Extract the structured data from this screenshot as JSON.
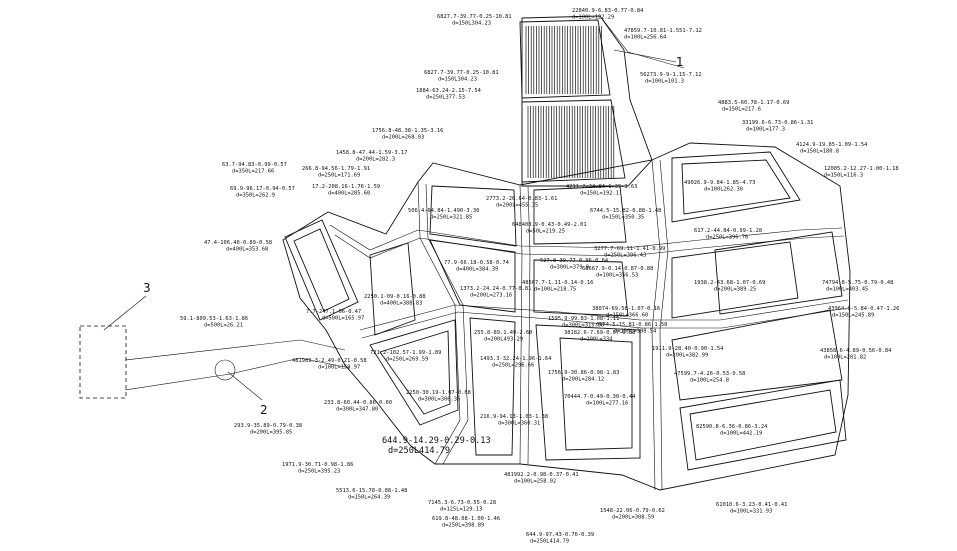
{
  "labels": {
    "a01": {
      "l1": "6827.7-39.77-0.25-10.81",
      "l2": "d=150L304.23"
    },
    "a02": {
      "l1": "22840.9-6.83-0.77-0.84",
      "l2": "d=100L=122.29"
    },
    "a03": {
      "l1": "47859.7-10.81-1.551-7.12",
      "l2": "d=100L=256.64"
    },
    "a04": {
      "l1": "6827.7-39.77-0.25-10.81",
      "l2": "d=150L304.23"
    },
    "a05": {
      "l1": "56273.9-9-1.15-7.12",
      "l2": "d=100L=101.3"
    },
    "a06": {
      "l1": "1884-63.24-2.15-7.54",
      "l2": "d=250L377.53"
    },
    "a07": {
      "l1": "4883.5-60.78-1.17-0.69",
      "l2": "d=150L=217.6"
    },
    "a08": {
      "l1": "1756.8-48.38-1.35-3.16",
      "l2": "d=200L=268.03"
    },
    "a09": {
      "l1": "33199.6-6.73-0.86-1.31",
      "l2": "d=100L=177.3"
    },
    "a10": {
      "l1": "4124.9-19.85-1.09-1.54",
      "l2": "d=150L=180.8"
    },
    "a11": {
      "l1": "1458.8-47.44-1.59-3.17",
      "l2": "d=200L=282.3"
    },
    "a12": {
      "l1": "63.7-94.83-0.99-0.57",
      "l2": "d=350L=217.66"
    },
    "a13": {
      "l1": "266.8-94.56-1.79-1.91",
      "l2": "d=250L=171.69"
    },
    "a14": {
      "l1": "12005.2-12.27-1.00-1.18",
      "l2": "d=150L=116.3"
    },
    "a15": {
      "l1": "49026.9-9.84-1.85-4.73",
      "l2": "d=100L262.30"
    },
    "a16": {
      "l1": "69.9-96.17-0.94-0.57",
      "l2": "d=350L=262.9"
    },
    "a17": {
      "l1": "17.2-208.16-1.76-1.59",
      "l2": "d=400L=285.60"
    },
    "a18": {
      "l1": "4211.2-24.84-1.39-3.63",
      "l2": "d=150L=192.1"
    },
    "a19": {
      "l1": "2773.2-26.64-0.83-1.61",
      "l2": "d=200L=455.35"
    },
    "a20": {
      "l1": "506.4-64.84-1.490-3.30",
      "l2": "d=250L=321.85"
    },
    "a21": {
      "l1": "6744.5-15.82-0.88-1.48",
      "l2": "d=150L=350.35"
    },
    "a22": {
      "l1": "648408.9-0.43-0.49-2.01",
      "l2": "d=50L=219.25"
    },
    "a23": {
      "l1": "617.2-44.84-0.99-1.28",
      "l2": "d=250L=396.76"
    },
    "a24": {
      "l1": "47.4-106.40-0.89-0.58",
      "l2": "d=400L=353.68"
    },
    "a25": {
      "l1": "1373.2-24.24-0.77-0.81",
      "l2": "d=200L=273.16"
    },
    "a26": {
      "l1": "77.9-66.18-0.58-0.74",
      "l2": "d=400L=384.39"
    },
    "a27": {
      "l1": "527.8-39.77-0.96-0.84",
      "l2": "d=300L=379.9"
    },
    "a28": {
      "l1": "3277.7-69.11-1.41-0.99",
      "l2": "d=250L=396.43"
    },
    "a29": {
      "l1": "68667.9-0.14-0.87-0.88",
      "l2": "d=100L=356.53"
    },
    "a30": {
      "l1": "48567.7-1.11-0.14-0.16",
      "l2": "d=100L=218.75"
    },
    "a31": {
      "l1": "74794.8-5.75-0.79-0.48",
      "l2": "d=100L=403.45"
    },
    "a32": {
      "l1": "1938.2-43.68-1.07-0.69",
      "l2": "d=200L=389.25"
    },
    "a33": {
      "l1": "2250.1-09-0.16-0.88",
      "l2": "d=400L=388.83"
    },
    "a34": {
      "l1": "7.7-247.1-06-0.47",
      "l2": "d=500L=165.97"
    },
    "a35": {
      "l1": "59.1-809.53-1.63-1.86",
      "l2": "d=500L=26.21"
    },
    "a36": {
      "l1": "43964.6-5.84-0.47-1.26",
      "l2": "d=150L=245.89"
    },
    "a37": {
      "l1": "38074-69.58-1.07-0.16",
      "l2": "d=150L=366.60"
    },
    "a38": {
      "l1": "1595.9-99.83-1.08-1.11",
      "l2": "d=300L=315.90"
    },
    "a39": {
      "l1": "6574.5-15.81-0.86-1.58",
      "l2": "d=150L=398.54"
    },
    "a40": {
      "l1": "255.8-89.1.49-2.60",
      "l2": "d=200L493.29"
    },
    "a41": {
      "l1": "38182.6-7.69-0.07-0.88",
      "l2": "d=100L=334"
    },
    "a42": {
      "l1": "481989.3-2.49-0.21-0.58",
      "l2": "d=100L=159.97"
    },
    "a43": {
      "l1": "721.2-102.57-1.99-1.89",
      "l2": "d=250L=269.59"
    },
    "a44": {
      "l1": "1911.9-28.40-0.90-1.54",
      "l2": "d=200L=382.99"
    },
    "a45": {
      "l1": "43858.6-4.89-0.56-0.84",
      "l2": "d=100L=281.82"
    },
    "a46": {
      "l1": "1493.3-32.24-1.96-1.64",
      "l2": "d=250L=296.66"
    },
    "a47": {
      "l1": "47599.7-4.26-0.53-0.58",
      "l2": "d=100L=254.8"
    },
    "a48": {
      "l1": "2250-30.19-1.07-0.68",
      "l2": "d=300L=306.36"
    },
    "a49": {
      "l1": "1756.9-30.86-0.98-1.83",
      "l2": "d=200L=284.12"
    },
    "a50": {
      "l1": "233.8-60.44-0.86-0.60",
      "l2": "d=300L=347.80"
    },
    "a51": {
      "l1": "70444.7-0.49-0.30-0.44",
      "l2": "d=100L=277.16"
    },
    "a52": {
      "l1": "293.9-35.89-0.79-0.38",
      "l2": "d=200L=395.85"
    },
    "a53": {
      "l1": "216.9-94.13-1.03-1.38",
      "l2": "d=300L=360.31"
    },
    "a54": {
      "l1": "82590.8-6.36-0.86-3.24",
      "l2": "d=100L=442.19"
    },
    "a55": {
      "l1": "1971.9-30.71-0.98-1.86",
      "l2": "d=250L=395.23"
    },
    "a56": {
      "l1": "481992.2-0.98-0.37-0.41",
      "l2": "d=100L=258.02"
    },
    "a57": {
      "l1": "5513.6-15.78-0.88-1.48",
      "l2": "d=150L=264.39"
    },
    "a58": {
      "l1": "7145.3-6.73-0.55-0.28",
      "l2": "d=125L=129.13"
    },
    "a59": {
      "l1": "1548-22.06-0.79-0.62",
      "l2": "d=200L=308.59"
    },
    "a60": {
      "l1": "61010.6-3.23-0.41-0.41",
      "l2": "d=100L=331.93"
    },
    "a61": {
      "l1": "619.8-48.08-1.00-1.46",
      "l2": "d=250L=398.89"
    },
    "a62": {
      "l1": "644.9-97.43-0.76-0.39",
      "l2": "d=250L414.79"
    },
    "big": {
      "l1": "644.9-14.29-0.29-0.13",
      "l2": "d=250L414.79"
    }
  },
  "markers": {
    "m1": "1",
    "m2": "2",
    "m3": "3"
  }
}
